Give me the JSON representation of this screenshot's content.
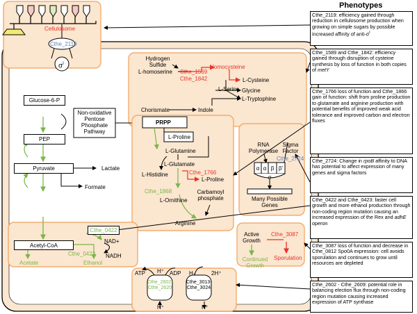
{
  "header": {
    "phenotypes_title": "Phenotypes"
  },
  "cellulosome": {
    "label": "Cellulosome",
    "gene": "Cthe_2119",
    "sigma": "σ"
  },
  "amino_acid_box": {
    "hydrogen_sulfide": "Hydrogen Sulfide",
    "l_homoserine": "L-homoserine",
    "homocysteine": "Homocysteine",
    "gene_1569": "Cthe_1569",
    "gene_1842": "Cthe_1842",
    "l_cysteine": "L-Cysteine",
    "l_serine": "L-Serine",
    "glycine": "Glycine",
    "l_tryptophine": "L-Tryptophine",
    "chorismate": "Chorismate",
    "indole": "Indole"
  },
  "central": {
    "glucose6p": "Glucose-6-P",
    "ppp": "Non-oxidative Pentose Phosphate Pathway",
    "pep": "PEP",
    "pyruvate": "Pyruvate",
    "lactate": "Lactate",
    "formate": "Formate",
    "prpp": "PRPP",
    "l_proline_box": "L-Proline",
    "l_glutamine": "L-Glutamine",
    "l_glutamate": "L-Glutamate",
    "l_histidine": "L-Histidine",
    "gene_1766": "Cthe_1766",
    "l_proline": "L-Proline",
    "gene_1868": "Cthe_1868",
    "l_ornithine": "L-Ornithine",
    "carbamoyl_phosphate": "Carbamoyl phosphate",
    "arginine": "Arginine"
  },
  "rna_polymerase": {
    "rna_polymerase": "RNA Polymerase",
    "sigma_factor": "Sigma Factor",
    "gene_2724": "Cthe_2724",
    "alpha1": "α",
    "alpha2": "α",
    "beta": "β",
    "beta_prime": "β'",
    "sigma": "σ",
    "many_genes": "Many Possible Genes"
  },
  "ethanol_box": {
    "gene_0422": "Cthe_0422",
    "acetyl_coa": "Acetyl-CoA",
    "nad_plus": "NAD+",
    "nadh": "NADH",
    "gene_0423": "Cthe_0423",
    "acetate": "Acetate",
    "ethanol": "Ethanol"
  },
  "sporulation_box": {
    "active_growth": "Active Growth",
    "gene_3087": "Cthe_3087",
    "continued_growth": "Continued Growth",
    "sporulation": "Sporulation"
  },
  "atp_box": {
    "atp": "ATP",
    "h_plus_1": "H⁺",
    "adp": "ADP",
    "h2": "H₂",
    "two_h_plus": "2H⁺",
    "gene_2602": "Cthe_2602-Cthe_2620",
    "gene_3013": "Cthe_3013-Cthe_3024",
    "h_plus_bottom_1": "H⁺",
    "h_plus_bottom_2": "H⁺"
  },
  "phenotypes": [
    {
      "pre": "Cthe_2119: efficiency gained through reduction in cellulosome production when growing on simple sugars by possible increased affinity of anti-σ",
      "sup": "I",
      "post": ""
    },
    {
      "pre": "Cthe_1589 and Cthe_1842: efficiency gained through disruption of cysteine synthesis by loss of function in both copies of ",
      "it": "metY",
      "post": ""
    },
    {
      "pre": "Cthe_1766 loss of function and Cthe_1866 gain of function: shift from proline production to glutamate and arginine production with potential benefits of improved weak acid tolerance and improved carbon and electron fluxes",
      "it": "",
      "post": ""
    },
    {
      "pre": "Cthe_2724: Change in ",
      "it": "rpoB",
      "post": " affinity to DNA has potential to affect expression of many genes and sigma factors"
    },
    {
      "pre": "Cthe_0422 and Cthe_0423: faster cell growth and more ethanol production through non-coding region mutation causing an increased expression of the Rex and ",
      "it": "adhE",
      "post": " operon"
    },
    {
      "pre": "Cthe_3087 loss of function and decrease in Cthe_0812 Spo0A expression: cell avoids sporulation and continues to grow until resources are depleted",
      "it": "",
      "post": ""
    },
    {
      "pre": "Cthe_2602 - Cthe_2609: potential role in balancing election flux through non-coding region mutation causing increased expression of ATP synthase",
      "it": "",
      "post": ""
    }
  ],
  "colors": {
    "orange": "#f0a15a",
    "cell_fill": "#fbe6cf",
    "red": "#e8322a",
    "green": "#7ab648",
    "blue": "#5b7fb8"
  }
}
